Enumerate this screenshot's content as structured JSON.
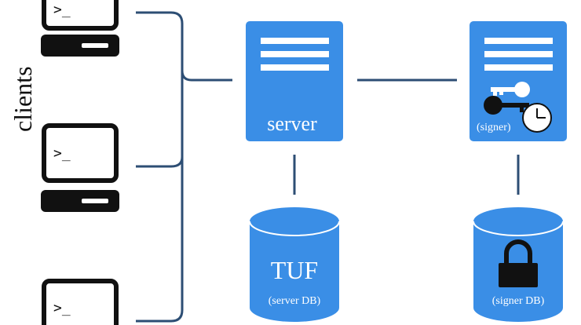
{
  "side_label": "clients",
  "client_prompt": ">_",
  "server": {
    "label": "server"
  },
  "signer": {
    "label": "(signer)"
  },
  "server_db": {
    "title": "TUF",
    "caption": "(server DB)"
  },
  "signer_db": {
    "caption": "(signer DB)"
  },
  "colors": {
    "blue": "#3a8ee6",
    "connector": "#2d4e74",
    "terminal": "#111111",
    "white": "#ffffff"
  },
  "icons": [
    "terminal-icon",
    "key-icon",
    "clock-icon",
    "padlock-icon",
    "database-icon"
  ]
}
